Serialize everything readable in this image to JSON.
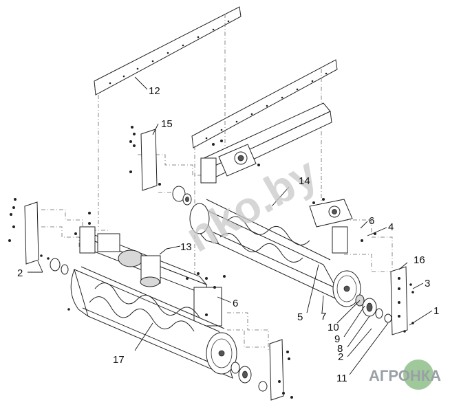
{
  "callouts": {
    "c1": "1",
    "c2a": "2",
    "c2b": "2",
    "c3": "3",
    "c4": "4",
    "c5": "5",
    "c6a": "6",
    "c6b": "6",
    "c7": "7",
    "c8": "8",
    "c9": "9",
    "c10": "10",
    "c11": "11",
    "c12": "12",
    "c13": "13",
    "c14": "14",
    "c15": "15",
    "c16": "16",
    "c17": "17"
  },
  "watermark": {
    "site": "nko.by",
    "logo_text": "АГРОНКА"
  },
  "colors": {
    "logo_circle": "#8fbf8a",
    "logo_text": "#9aa0a6",
    "watermark": "#c9c9c9"
  }
}
